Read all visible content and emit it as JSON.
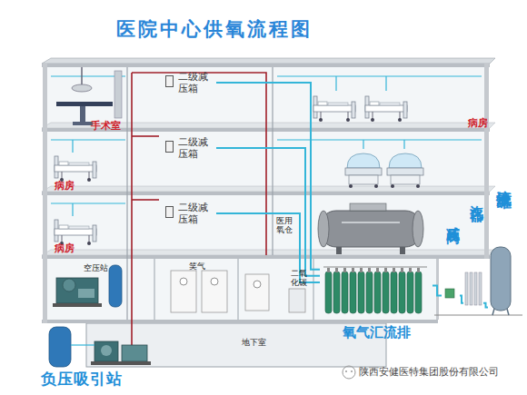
{
  "diagram": {
    "title": "医院中心供氧流程图",
    "nodes": [
      {
        "text": [
          "二级减压箱"
        ]
      },
      {
        "text": [
          "二级减压箱"
        ]
      },
      {
        "text": [
          "二级减压箱"
        ]
      },
      {
        "text": [
          "液氧罐"
        ]
      },
      {
        "text": [
          "汽化器"
        ]
      },
      {
        "text": [
          "减压阀"
        ]
      },
      {
        "text": [
          "氧气汇流排"
        ]
      }
    ],
    "edges": [
      {
        "from": 3,
        "to": 4,
        "arrow": "none"
      },
      {
        "from": 4,
        "to": 5,
        "arrow": "none"
      },
      {
        "from": 5,
        "to": 6,
        "arrow": "none"
      },
      {
        "from": 6,
        "to": 0,
        "arrow": "none"
      },
      {
        "from": 6,
        "to": 1,
        "arrow": "none"
      },
      {
        "from": 6,
        "to": 2,
        "arrow": "none"
      }
    ],
    "labels": [
      "手术室",
      "病房",
      "病房",
      "病房",
      "医用氧仓",
      "空压站",
      "笑气",
      "二氧化碳",
      "地下室",
      "负压吸引站",
      "陕西安健医特集团股份有限公司"
    ]
  }
}
